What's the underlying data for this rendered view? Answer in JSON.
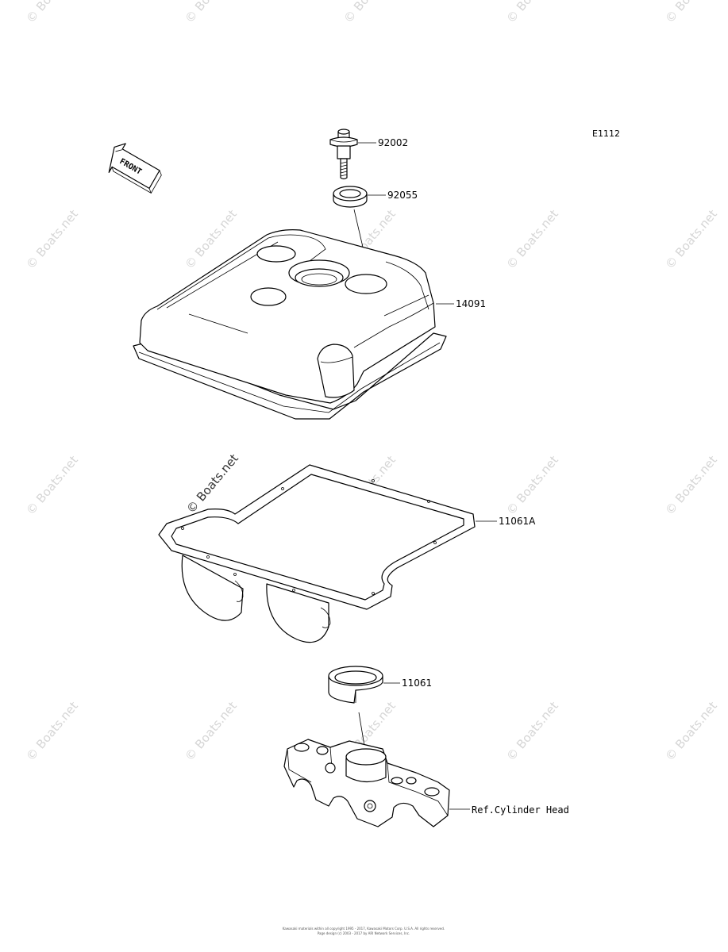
{
  "diagram_code": "E1112",
  "front_marker": "FRONT",
  "parts": [
    {
      "number": "92002"
    },
    {
      "number": "92055"
    },
    {
      "number": "14091"
    },
    {
      "number": "11061A"
    },
    {
      "number": "11061"
    }
  ],
  "reference_label": "Ref.Cylinder Head",
  "watermark_text": "© Boats.net",
  "footer": {
    "line1": "Kawasaki materials within all copyright 1995 - 2017, Kawasaki Motors Corp. U.S.A. All rights reserved.",
    "line2": "Page design (c) 2003 - 2017 by ARI Network Services, Inc."
  }
}
